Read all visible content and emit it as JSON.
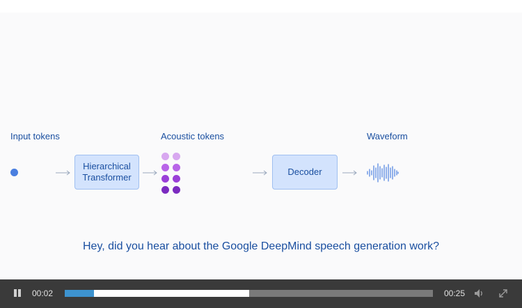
{
  "diagram": {
    "labels": {
      "input": "Input tokens",
      "acoustic": "Acoustic tokens",
      "waveform": "Waveform"
    },
    "boxes": {
      "transformer": "Hierarchical\nTransformer",
      "decoder": "Decoder"
    },
    "caption": "Hey, did you hear about the Google DeepMind speech generation work?",
    "colors": {
      "text": "#1a4fa0",
      "box_fill": "#d3e3fd",
      "input_dot": "#4a7fe0",
      "token_light": "#d8a8f0",
      "token_mid": "#a74fe0",
      "token_dark": "#7b2bc0",
      "waveform": "#4a7fe0"
    }
  },
  "player": {
    "current_time": "00:02",
    "duration": "00:25",
    "played_fraction": 0.08,
    "buffered_fraction": 0.5,
    "icons": {
      "play_state": "pause-icon",
      "volume": "speaker-icon",
      "fullscreen": "fullscreen-icon"
    },
    "colors": {
      "bar_bg": "#3a3a3a",
      "played": "#3d93cf",
      "buffered": "#ffffff",
      "track": "#7a7a7a"
    }
  }
}
